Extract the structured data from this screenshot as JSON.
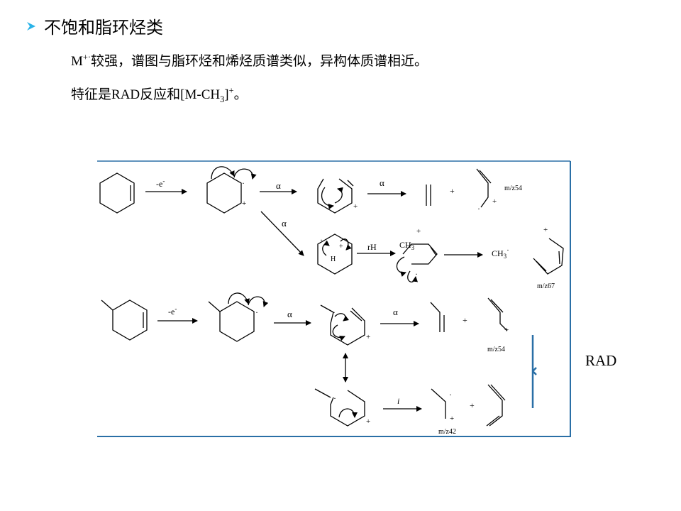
{
  "heading": {
    "title": "不饱和脂环烃类",
    "bullet_color": "#2ab3e8"
  },
  "body": {
    "line1_M": "M",
    "line1_sup": "+·",
    "line1_rest": "较强，谱图与脂环烃和烯烃质谱类似，异构体质谱相近。",
    "line2_prefix": "特征是",
    "line2_rad": "RAD",
    "line2_mid": "反应和",
    "line2_m": "[M-CH",
    "line2_sub": "3",
    "line2_close": "]",
    "line2_sup": "+",
    "line2_end": "。"
  },
  "scheme": {
    "frame_color": "#2a6fa6",
    "minus_e": "-e",
    "minus_sup": "-",
    "alpha": "α",
    "plus": "+",
    "dot": "·",
    "rH": "rH",
    "ch3": "CH",
    "ch3_sub": "3",
    "ch3_dot": "CH",
    "H": "H",
    "i_label": "i",
    "mz54": "m/z54",
    "mz67": "m/z67",
    "mz54_b": "m/z54",
    "mz42": "m/z42"
  },
  "rad_label": "RAD"
}
